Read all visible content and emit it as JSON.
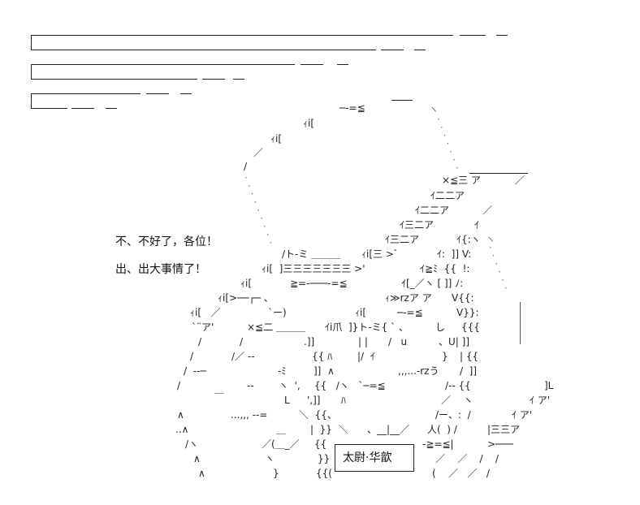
{
  "narration_bars": [
    {
      "top_len": 520,
      "bottom_len": 425,
      "top_tail": [
        "───",
        "─"
      ],
      "bottom_tail": [
        "───",
        "─"
      ]
    },
    {
      "top_len": 325,
      "bottom_len": 205,
      "top_tail": [
        "───",
        "─"
      ],
      "bottom_tail": [
        "───",
        "─"
      ]
    },
    {
      "top_len": 135,
      "bottom_len": 45,
      "top_tail": [
        "───",
        "─"
      ],
      "bottom_tail": [
        "───",
        "─"
      ]
    }
  ],
  "dialogue": {
    "line1": "不、不好了，各位！",
    "line2": "出、出大事情了！"
  },
  "caption": {
    "name": "太尉·华歆"
  },
  "art": {
    "r01": "─-=≦",
    "r01b": "───",
    "r01c": "ヽ",
    "r02": "ｨi[",
    "r03": "ｨi[",
    "r04": "／",
    "r05": "/",
    "r06": "×≦三 ア",
    "r06b": "／",
    "r07": "ｲ二二ア",
    "r08": "ｲ二二ア",
    "r08b": "／",
    "r09": "ｲ三二ア",
    "r09b": "ｲ",
    "r10": "ｲ三二ア",
    "r10b": "ｲ{:ヽ",
    "r11a": "/ト-ミ ＿＿＿",
    "r11b": "ｨi[三 >ﾞ",
    "r11c": "ｲ:  ]] V:",
    "r12a": "ｨi[  ]三三三三三三三 >'",
    "r12b": "ｲ≧ﾐ  {{  !:",
    "r13a": "ｨi[",
    "r13b": "≧=-───-=≦",
    "r13c": "ｲ[_／ヽ [ ]] ﾉ:",
    "r14a": "ｨi[>──┌─ 、",
    "r14b": "ｨ≫rzア ア",
    "r14c": "V{{:",
    "r15a": "ｨi[   ／",
    "r15b": "`ー)",
    "r15c": "ｨi[",
    "r15d": "─-=≦",
    "r15e": "V}}:",
    "r16a": "`¨ア'",
    "r16b": "×≦二 ＿＿＿",
    "r16c": "ｲi爪  ]}ト-ミ{ ` 、",
    "r16d": "し",
    "r16e": "{{{",
    "r17a": "/",
    "r17b": "/",
    "r17c": ".]]",
    "r17d": "| |",
    "r17e": "/   u",
    "r17f": "、U| ]]",
    "r18a": "/",
    "r18b": "/／ ‐‐",
    "r18c": "{{ ﾊ",
    "r18d": "|/  ｲ",
    "r18e": "}",
    "r18f": "| {{",
    "r19a": "/  ‐‐─",
    "r19b": "‐ﾐ",
    "r19c": "]]  ∧",
    "r19d": ",,,...-rzう",
    "r19e": "/  ]]",
    "r20a": "/",
    "r20b": "＿",
    "r20c": "‐‐",
    "r20d": "ヽ  ',",
    "r20e": "{{   /ヽ   `─=≦",
    "r20f": "/‐‐ {{",
    "r20g": "]L",
    "r21a": "L",
    "r21b": "',]]",
    "r21c": "ﾊ",
    "r21d": "／    ヽ",
    "r21e": "ｲ ア'",
    "r22a": "∧",
    "r22b": "...,,, ‐‐=",
    "r22c": "＼  {{、",
    "r22d": "/ー、:  /",
    "r22e": "ｲ ア'",
    "r23a": "..∧",
    "r23b": "＿",
    "r23c": "|  }}  ＼",
    "r23d": "、__|__／",
    "r23e": "人(  ) /",
    "r23f": "|三三ア",
    "r24a": "/ヽ",
    "r24b": "／(＿_／",
    "r24c": "{{",
    "r24d": "-≧=≦|",
    "r24e": ">───",
    "r25a": "∧",
    "r25b": "ヽ",
    "r25c": "}}",
    "r25d": "／    ／    /    /",
    "r26a": "∧",
    "r26b": "}",
    "r26c": "{{(",
    "r26d": "(    ／   ／   /"
  }
}
